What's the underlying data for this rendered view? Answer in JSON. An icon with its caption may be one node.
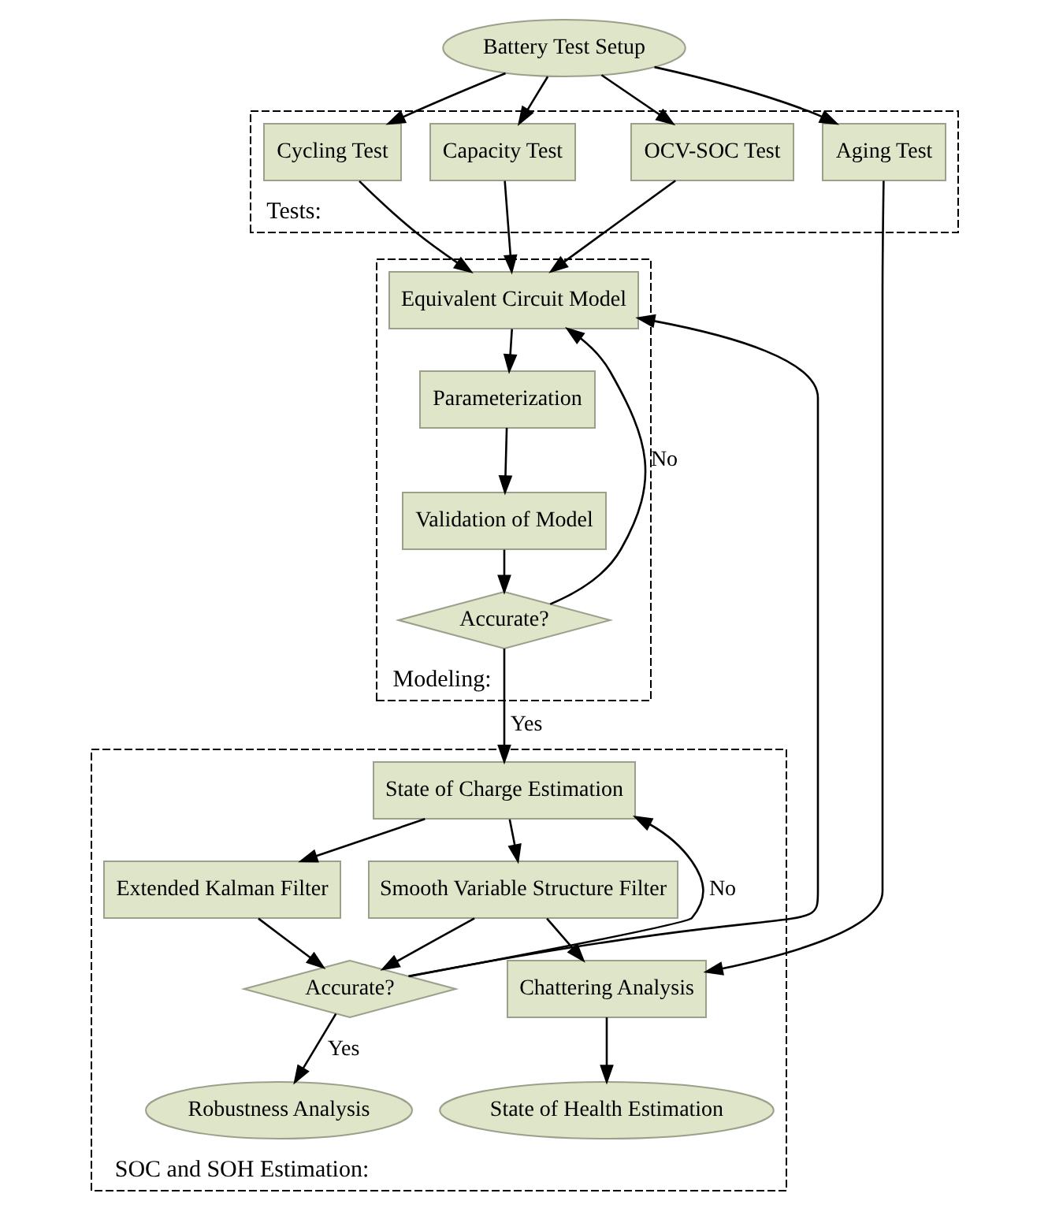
{
  "diagram": {
    "nodes": [
      {
        "text": [
          "Battery Test Setup"
        ]
      },
      {
        "text": [
          "Tests:"
        ]
      },
      {
        "text": [
          "Capacity Test"
        ],
        "in": 1
      },
      {
        "text": [
          "OCV-SOC Test"
        ],
        "in": 1
      },
      {
        "text": [
          "Cycling Test"
        ],
        "in": 1
      },
      {
        "text": [
          "Aging Test"
        ],
        "in": 1
      },
      {
        "text": [
          "Modeling:"
        ]
      },
      {
        "text": [
          "Equivalent Circuit Model"
        ],
        "in": 6
      },
      {
        "text": [
          "Parameterization"
        ],
        "in": 6
      },
      {
        "text": [
          "Validation of Model"
        ],
        "in": 6
      },
      {
        "text": [
          "Accurate?"
        ],
        "in": 6
      },
      {
        "text": [
          "SOC and SOH Estimation:"
        ]
      },
      {
        "text": [
          "State of Charge Estimation"
        ],
        "in": 11
      },
      {
        "text": [
          "Extended Kalman Filter"
        ],
        "in": 11
      },
      {
        "text": [
          "Smooth Variable Structure Filter"
        ],
        "in": 11
      },
      {
        "text": [
          "Accurate?"
        ],
        "in": 11
      },
      {
        "text": [
          "Chattering Analysis"
        ],
        "in": 11
      },
      {
        "text": [
          "Robustness Analysis"
        ],
        "in": 11
      },
      {
        "text": [
          "State of Health Estimation"
        ],
        "in": 11
      }
    ],
    "edges": [
      {
        "from": 0,
        "to": 2,
        "arrow": "to"
      },
      {
        "from": 0,
        "to": 3,
        "arrow": "to"
      },
      {
        "from": 0,
        "to": 4,
        "arrow": "to"
      },
      {
        "from": 0,
        "to": 5,
        "arrow": "to"
      },
      {
        "from": 2,
        "to": 7,
        "arrow": "to"
      },
      {
        "from": 3,
        "to": 7,
        "arrow": "to"
      },
      {
        "from": 4,
        "to": 7,
        "arrow": "to"
      },
      {
        "from": 7,
        "to": 8,
        "arrow": "to"
      },
      {
        "from": 8,
        "to": 9,
        "arrow": "to"
      },
      {
        "from": 9,
        "to": 10,
        "arrow": "to"
      },
      {
        "from": 10,
        "to": 7,
        "arrow": "to",
        "label": "No"
      },
      {
        "from": 10,
        "to": 12,
        "arrow": "to",
        "label": "Yes"
      },
      {
        "from": 12,
        "to": 13,
        "arrow": "to"
      },
      {
        "from": 12,
        "to": 14,
        "arrow": "to"
      },
      {
        "from": 13,
        "to": 15,
        "arrow": "to"
      },
      {
        "from": 14,
        "to": 15,
        "arrow": "to"
      },
      {
        "from": 15,
        "to": 12,
        "arrow": "to",
        "label": "No"
      },
      {
        "from": 15,
        "to": 7,
        "arrow": "to"
      },
      {
        "from": 15,
        "to": 17,
        "arrow": "to",
        "label": "Yes"
      },
      {
        "from": 14,
        "to": 16,
        "arrow": "to"
      },
      {
        "from": 5,
        "to": 16,
        "arrow": "to"
      },
      {
        "from": 16,
        "to": 18,
        "arrow": "to"
      }
    ]
  }
}
